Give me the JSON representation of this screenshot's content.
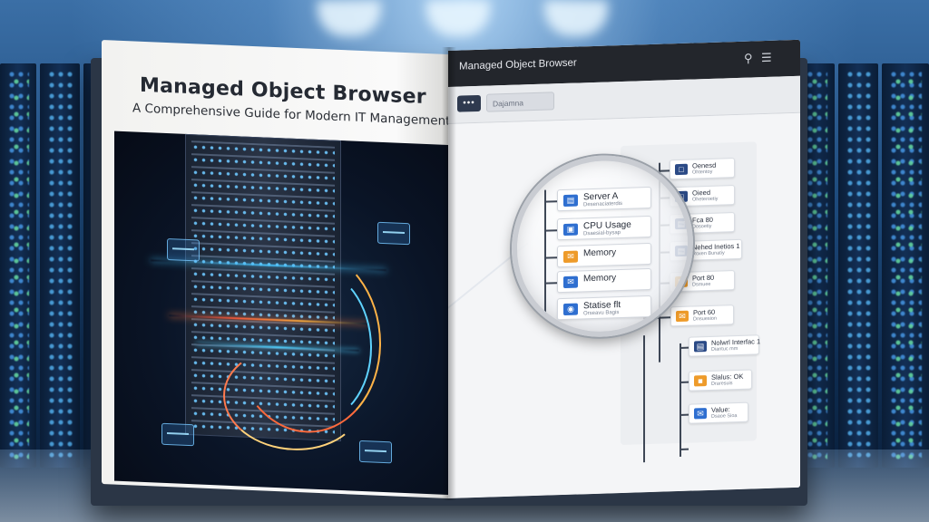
{
  "book": {
    "title": "Managed Object Browser",
    "subtitle": "A Comprehensive Guide for Modern IT Management"
  },
  "app": {
    "title": "Managed Object Browser",
    "toolbar": {
      "menu_glyph": "•••",
      "search_text": "Dajamna"
    }
  },
  "lens_nodes": [
    {
      "label": "Server A",
      "sub": "Desenaciaterdis",
      "icon": "server-icon",
      "color": "#2f6fd0"
    },
    {
      "label": "CPU Usage",
      "sub": "Dsaesial-bysap",
      "icon": "cpu-icon",
      "color": "#2f6fd0"
    },
    {
      "label": "Memory",
      "sub": "",
      "icon": "mail-icon",
      "color": "#ee9b2a"
    },
    {
      "label": "Memory",
      "sub": "",
      "icon": "mail-icon",
      "color": "#2f6fd0"
    },
    {
      "label": "Statise flt",
      "sub": "Orseavu Bagis",
      "icon": "gauge-icon",
      "color": "#2f6fd0"
    }
  ],
  "tree_nodes": [
    {
      "label": "Oenesd",
      "sub": "Ohtentoy",
      "icon": "lock-icon",
      "color": "#2b4a86"
    },
    {
      "label": "Oieed",
      "sub": "Oheteroetiy",
      "icon": "lock-icon",
      "color": "#2b4a86"
    },
    {
      "label": "Fca 80",
      "sub": "Dosoetiy",
      "icon": "doc-icon",
      "color": "#2b4a86"
    },
    {
      "label": "Nehed Inetios 1",
      "sub": "Roxen Bunatiy",
      "icon": "doc-icon",
      "color": "#2b4a86"
    },
    {
      "label": "Port 80",
      "sub": "Dsmuee",
      "icon": "mail-icon",
      "color": "#ee9b2a"
    },
    {
      "label": "Port 60",
      "sub": "Dnsuesion",
      "icon": "mail-icon",
      "color": "#ee9b2a"
    },
    {
      "label": "Nolwrl Interfac 1",
      "sub": "Diantuc mm",
      "icon": "doc-icon",
      "color": "#2b4a86"
    },
    {
      "label": "Slalus: OK",
      "sub": "Draresuis",
      "icon": "status-icon",
      "color": "#ee9b2a"
    },
    {
      "label": "Value:",
      "sub": "Dsaoe Sioa",
      "icon": "mail-icon",
      "color": "#2f6fd0"
    }
  ]
}
